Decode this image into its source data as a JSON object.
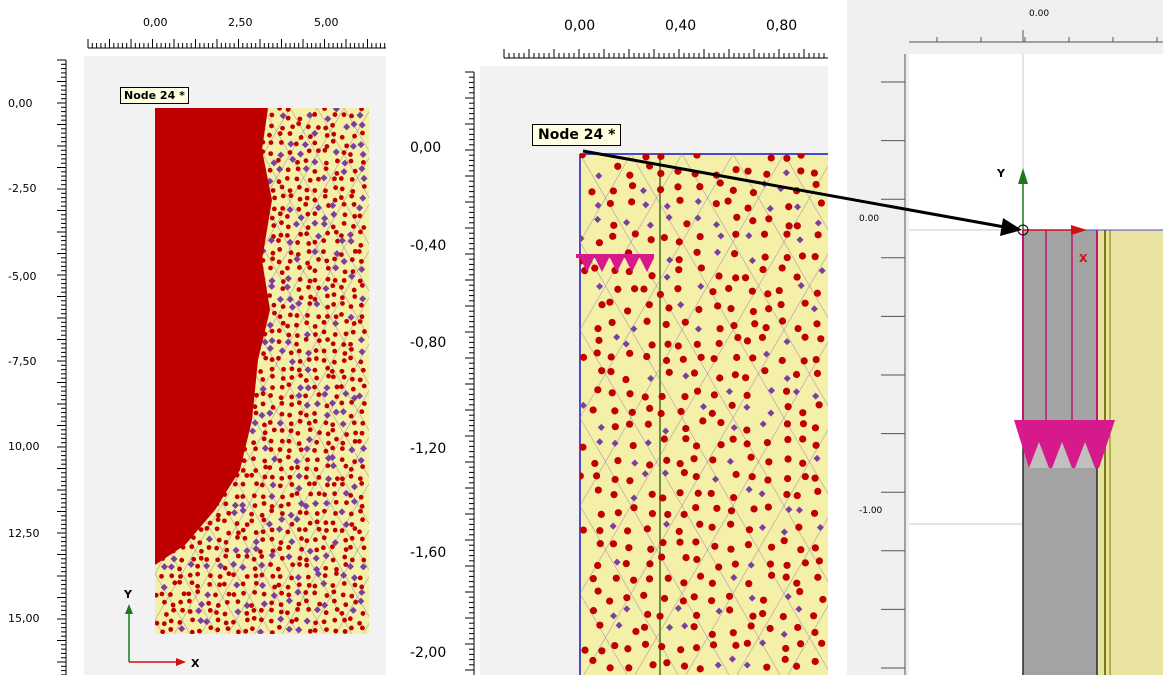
{
  "panel_left": {
    "x_ticks": [
      "0,00",
      "2,50",
      "5,00"
    ],
    "y_ticks": [
      "0,00",
      "-2,50",
      "-5,00",
      "-7,50",
      "10,00",
      "12,50",
      "15,00"
    ],
    "node_tag": "Node 24 *",
    "axis_y_label": "Y",
    "axis_x_label": "X"
  },
  "panel_middle": {
    "x_ticks": [
      "0,00",
      "0,40",
      "0,80"
    ],
    "y_ticks": [
      "0,00",
      "-0,40",
      "-0,80",
      "-1,20",
      "-1,60",
      "-2,00"
    ],
    "node_tag": "Node 24 *"
  },
  "panel_right": {
    "x_ticks": [
      "0.00"
    ],
    "y_ticks": [
      "0.00",
      "-1.00"
    ],
    "axis_y_label": "Y",
    "axis_x_label": "X"
  },
  "colors": {
    "soil": "#f5f0a8",
    "mesh_node": "#c00000",
    "mesh_stress_point": "#7b3fa0",
    "plate": "#a3a3a3",
    "plate_outline": "#c0186e",
    "load": "#d61a8c",
    "axis_y": "#1a7a1a",
    "axis_x": "#d01010"
  }
}
